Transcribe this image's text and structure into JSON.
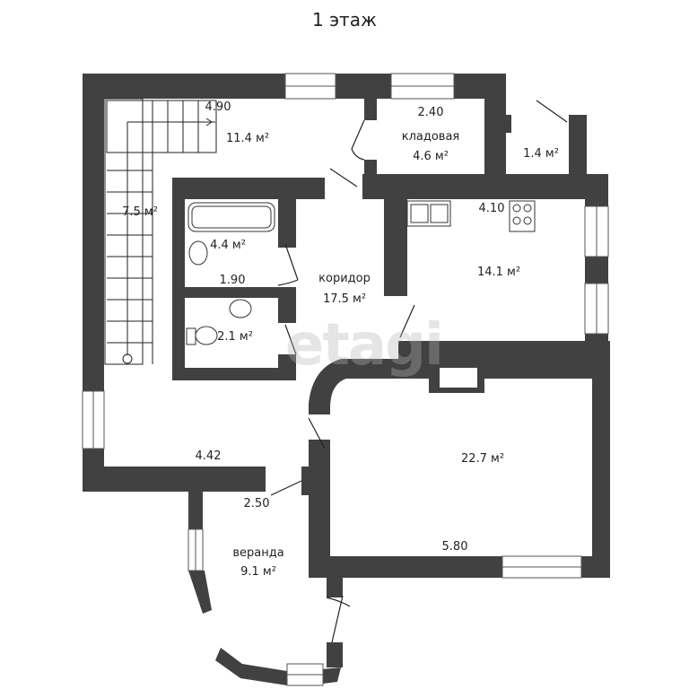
{
  "title": "1 этаж",
  "watermark": "etagi",
  "colors": {
    "wall": "#414141",
    "floor": "#ffffff",
    "line": "#222222"
  },
  "rooms": [
    {
      "id": "hall-top",
      "area": "11.4 м²",
      "dimension": "4.90"
    },
    {
      "id": "stairs",
      "area": "7.5 м²"
    },
    {
      "id": "storage",
      "name": "кладовая",
      "area": "4.6 м²",
      "dimension": "2.40"
    },
    {
      "id": "closet",
      "area": "1.4 м²"
    },
    {
      "id": "bathroom",
      "area": "4.4 м²",
      "dimension": "1.90"
    },
    {
      "id": "toilet",
      "area": "2.1 м²"
    },
    {
      "id": "corridor",
      "name": "коридор",
      "area": "17.5 м²"
    },
    {
      "id": "kitchen",
      "area": "14.1 м²",
      "dimension": "4.10"
    },
    {
      "id": "living",
      "area": "22.7 м²",
      "dimension": "5.80"
    },
    {
      "id": "hall-bottom",
      "dimension": "4.42"
    },
    {
      "id": "veranda",
      "name": "веранда",
      "area": "9.1 м²",
      "dimension": "2.50"
    }
  ]
}
